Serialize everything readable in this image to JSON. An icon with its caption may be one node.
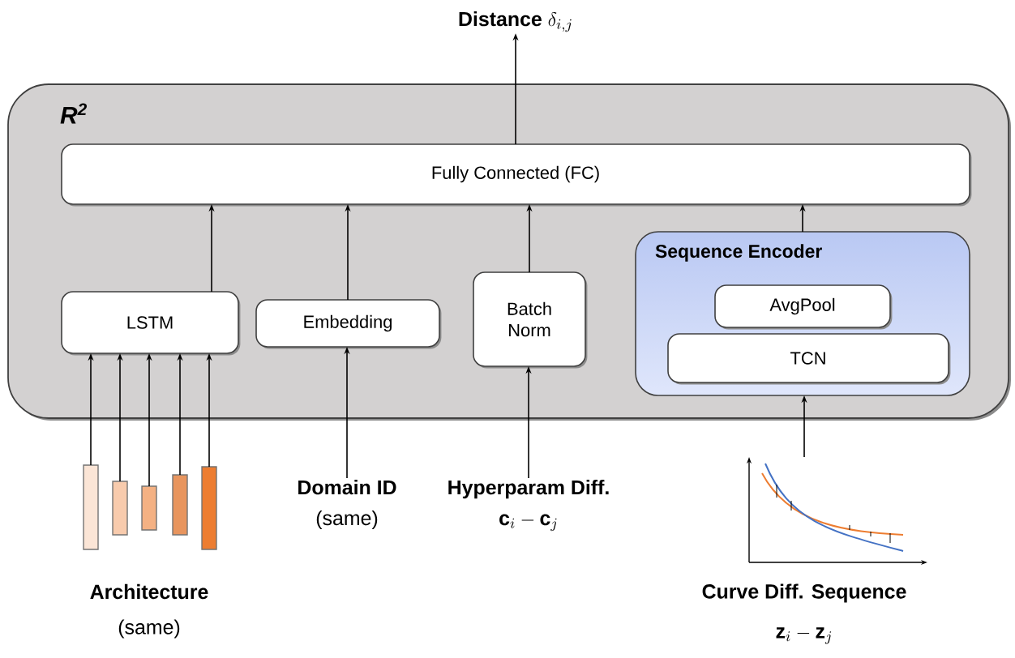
{
  "diagram": {
    "nodes": [
      {
        "text": [
          "R$^{2}$"
        ]
      },
      {
        "text": [
          "Fully Connected (FC)"
        ],
        "in": 0
      },
      {
        "text": [
          "LSTM"
        ],
        "in": 0
      },
      {
        "text": [
          "Embedding"
        ],
        "in": 0
      },
      {
        "text": [
          "Batch Norm"
        ],
        "in": 0
      },
      {
        "text": [
          "Sequence Encoder"
        ],
        "in": 0
      },
      {
        "text": [
          "AvgPool"
        ],
        "in": 5
      },
      {
        "text": [
          "TCN"
        ],
        "in": 5
      },
      {
        "text": [],
        "shape": "bar"
      },
      {
        "text": [],
        "shape": "bar"
      },
      {
        "text": [],
        "shape": "bar"
      },
      {
        "text": [],
        "shape": "bar"
      },
      {
        "text": [],
        "shape": "bar"
      },
      {
        "text": [
          "Domain ID",
          "(same)"
        ]
      },
      {
        "text": [
          "Hyperparam Diff.",
          "\\mathbf{c}_i - \\mathbf{c}_j"
        ]
      },
      {
        "text": [],
        "shape": "picture",
        "beside": [
          "Curve Diff. Sequence",
          "\\mathbf{z}_i - \\mathbf{z}_j"
        ]
      },
      {
        "text": [
          "Distance",
          "\\delta_{i,j}"
        ]
      }
    ],
    "edges": [
      {
        "from": 1,
        "to": 16,
        "arrow": "to"
      },
      {
        "from": 2,
        "to": 1,
        "arrow": "to"
      },
      {
        "from": 3,
        "to": 1,
        "arrow": "to"
      },
      {
        "from": 4,
        "to": 1,
        "arrow": "to"
      },
      {
        "from": 5,
        "to": 1,
        "arrow": "to"
      },
      {
        "from": 8,
        "to": 2,
        "arrow": "to"
      },
      {
        "from": 9,
        "to": 2,
        "arrow": "to"
      },
      {
        "from": 10,
        "to": 2,
        "arrow": "to"
      },
      {
        "from": 11,
        "to": 2,
        "arrow": "to"
      },
      {
        "from": 12,
        "to": 2,
        "arrow": "to"
      },
      {
        "from": 13,
        "to": 3,
        "arrow": "to"
      },
      {
        "from": 14,
        "to": 4,
        "arrow": "to"
      },
      {
        "from": 15,
        "to": 5,
        "arrow": "to"
      }
    ],
    "labels": [
      "Architecture",
      "(same)"
    ]
  }
}
